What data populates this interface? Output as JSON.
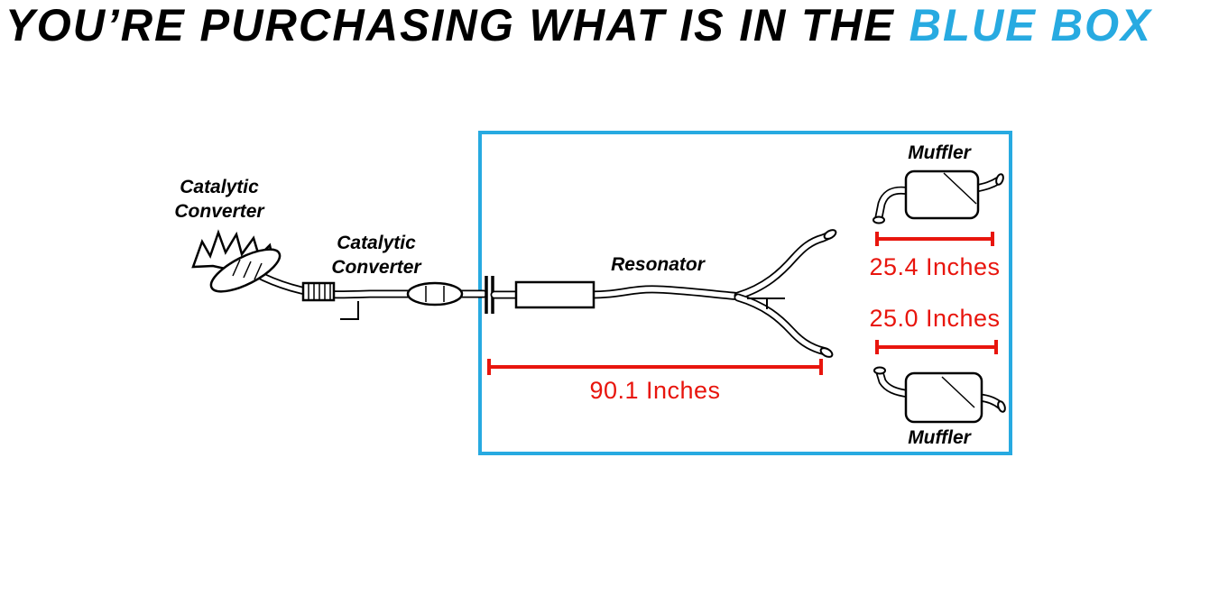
{
  "title": {
    "prefix": "YOU’RE PURCHASING WHAT IS IN THE",
    "highlight": "BLUE BOX"
  },
  "colors": {
    "blue": "#27aae1",
    "red": "#e8150d",
    "ink": "#000000"
  },
  "diagram": {
    "labels": {
      "catalytic_converter_front": [
        "Catalytic",
        "Converter"
      ],
      "catalytic_converter_rear": [
        "Catalytic",
        "Converter"
      ],
      "resonator": "Resonator",
      "muffler_top": "Muffler",
      "muffler_bottom": "Muffler"
    },
    "measurements": {
      "assembly_length": "90.1 Inches",
      "muffler_top_length": "25.4 Inches",
      "muffler_bottom_length": "25.0 Inches"
    }
  }
}
